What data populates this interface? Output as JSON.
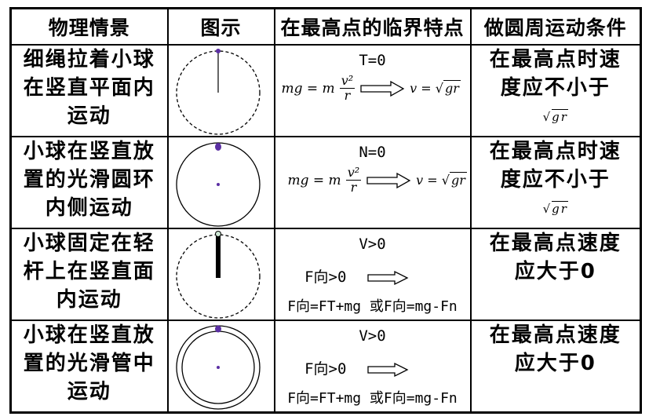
{
  "headers": {
    "situation": "物理情景",
    "figure": "图示",
    "critical": "在最高点的临界特点",
    "condition": "做圆周运动条件"
  },
  "rows": [
    {
      "situation_lines": [
        "细绳拉着小球",
        "在竖直平面内",
        "运动"
      ],
      "critical_title": "T=0",
      "formula": {
        "lhs": "mg = m",
        "num": "v²",
        "den": "r",
        "rhs_pre": "v =",
        "rhs_rad": "gr"
      },
      "condition_lines": [
        "在最高点时速",
        "度应不小于"
      ],
      "condition_sqrt": "gr"
    },
    {
      "situation_lines": [
        "小球在竖直放",
        "置的光滑圆环",
        "内侧运动"
      ],
      "critical_title": "N=0",
      "formula": {
        "lhs": "mg = m",
        "num": "v²",
        "den": "r",
        "rhs_pre": "v =",
        "rhs_rad": "gr"
      },
      "condition_lines": [
        "在最高点时速",
        "度应不小于"
      ],
      "condition_sqrt": "gr"
    },
    {
      "situation_lines": [
        "小球固定在轻",
        "杆上在竖直面",
        "内运动"
      ],
      "critical_title": "V>0",
      "f_line": "F向>0",
      "eq_line": "F向=FT+mg 或F向=mg-Fn",
      "condition_lines": [
        "在最高点速度",
        "应大于0"
      ]
    },
    {
      "situation_lines": [
        "小球在竖直放",
        "置的光滑管中",
        "运动"
      ],
      "critical_title": "V>0",
      "f_line": "F向>0",
      "eq_line": "F向=FT+mg 或F向=mg-Fn",
      "condition_lines": [
        "在最高点速度",
        "应大于0"
      ]
    }
  ],
  "colors": {
    "ball": "#5b2fa3",
    "line": "#000000"
  }
}
